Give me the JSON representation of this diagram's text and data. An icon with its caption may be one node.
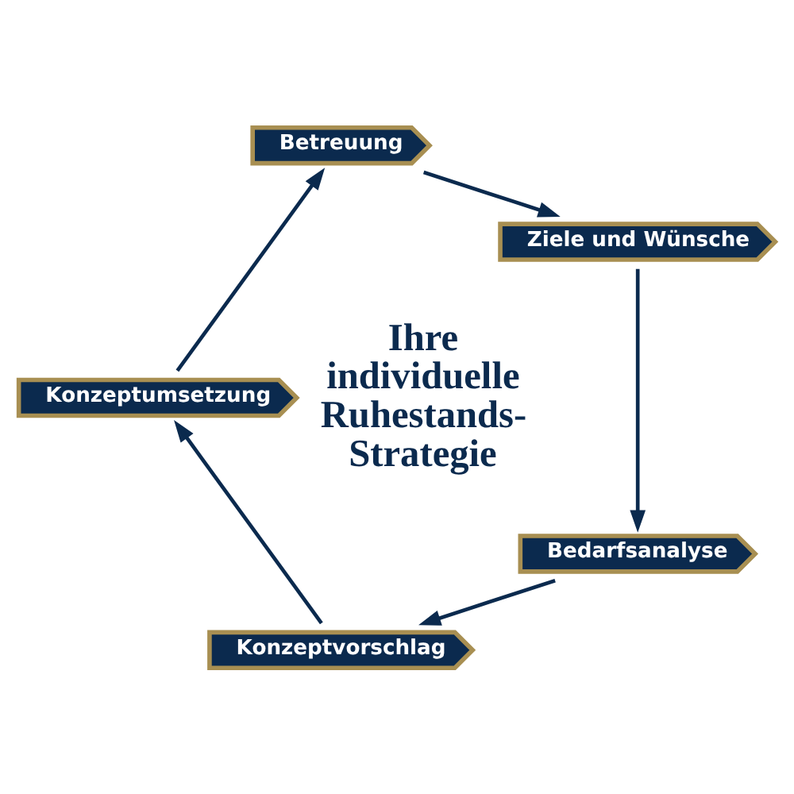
{
  "diagram": {
    "nodes": [
      {
        "text": [
          "Ziele und Wünsche"
        ]
      },
      {
        "text": [
          "Bedarfsanalyse"
        ]
      },
      {
        "text": [
          "Konzeptvorschlag"
        ]
      },
      {
        "text": [
          "Konzeptumsetzung"
        ]
      },
      {
        "text": [
          "Betreuung"
        ]
      }
    ],
    "edges": [
      {
        "from": 0,
        "to": 1,
        "arrow": "to"
      },
      {
        "from": 1,
        "to": 2,
        "arrow": "to"
      },
      {
        "from": 2,
        "to": 3,
        "arrow": "to"
      },
      {
        "from": 3,
        "to": 4,
        "arrow": "to"
      },
      {
        "from": 4,
        "to": 0,
        "arrow": "to"
      }
    ],
    "labels": [
      "Ihre individuelle Ruhestands-Strategie"
    ]
  }
}
